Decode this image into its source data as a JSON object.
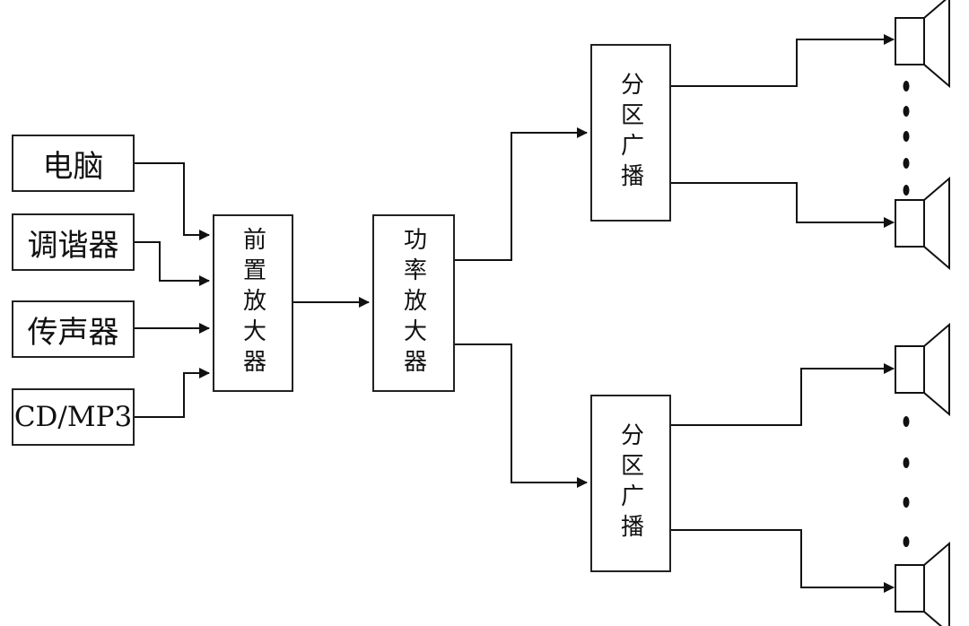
{
  "sources": [
    {
      "id": "computer",
      "label": "电脑"
    },
    {
      "id": "tuner",
      "label": "调谐器"
    },
    {
      "id": "microphone",
      "label": "传声器"
    },
    {
      "id": "cdmp3",
      "label": "CD/MP3"
    }
  ],
  "preamp": {
    "label": "前置放大器"
  },
  "power_amp": {
    "label": "功率放大器"
  },
  "zones": [
    {
      "label": "分区广播"
    },
    {
      "label": "分区广播"
    }
  ],
  "icons": {
    "speaker": "speaker-icon"
  },
  "colors": {
    "line": "#111111",
    "border": "#222222",
    "background": "#ffffff"
  }
}
